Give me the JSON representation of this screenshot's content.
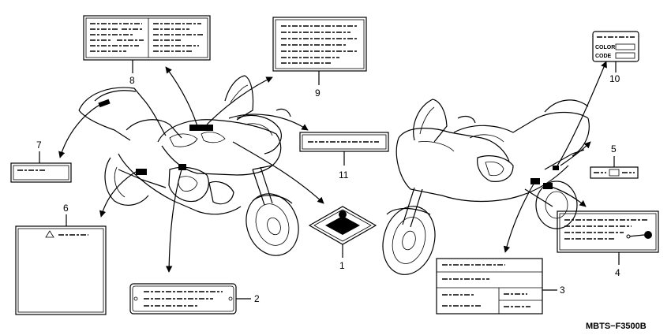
{
  "diagram": {
    "code": "MBTS−F3500B",
    "callouts": [
      {
        "id": "1",
        "label": "1"
      },
      {
        "id": "2",
        "label": "2"
      },
      {
        "id": "3",
        "label": "3"
      },
      {
        "id": "4",
        "label": "4"
      },
      {
        "id": "5",
        "label": "5"
      },
      {
        "id": "6",
        "label": "6"
      },
      {
        "id": "7",
        "label": "7"
      },
      {
        "id": "8",
        "label": "8"
      },
      {
        "id": "9",
        "label": "9"
      },
      {
        "id": "10",
        "label": "10"
      },
      {
        "id": "11",
        "label": "11"
      }
    ],
    "label_10": {
      "line1": "COLOR",
      "line2": "CODE"
    }
  }
}
